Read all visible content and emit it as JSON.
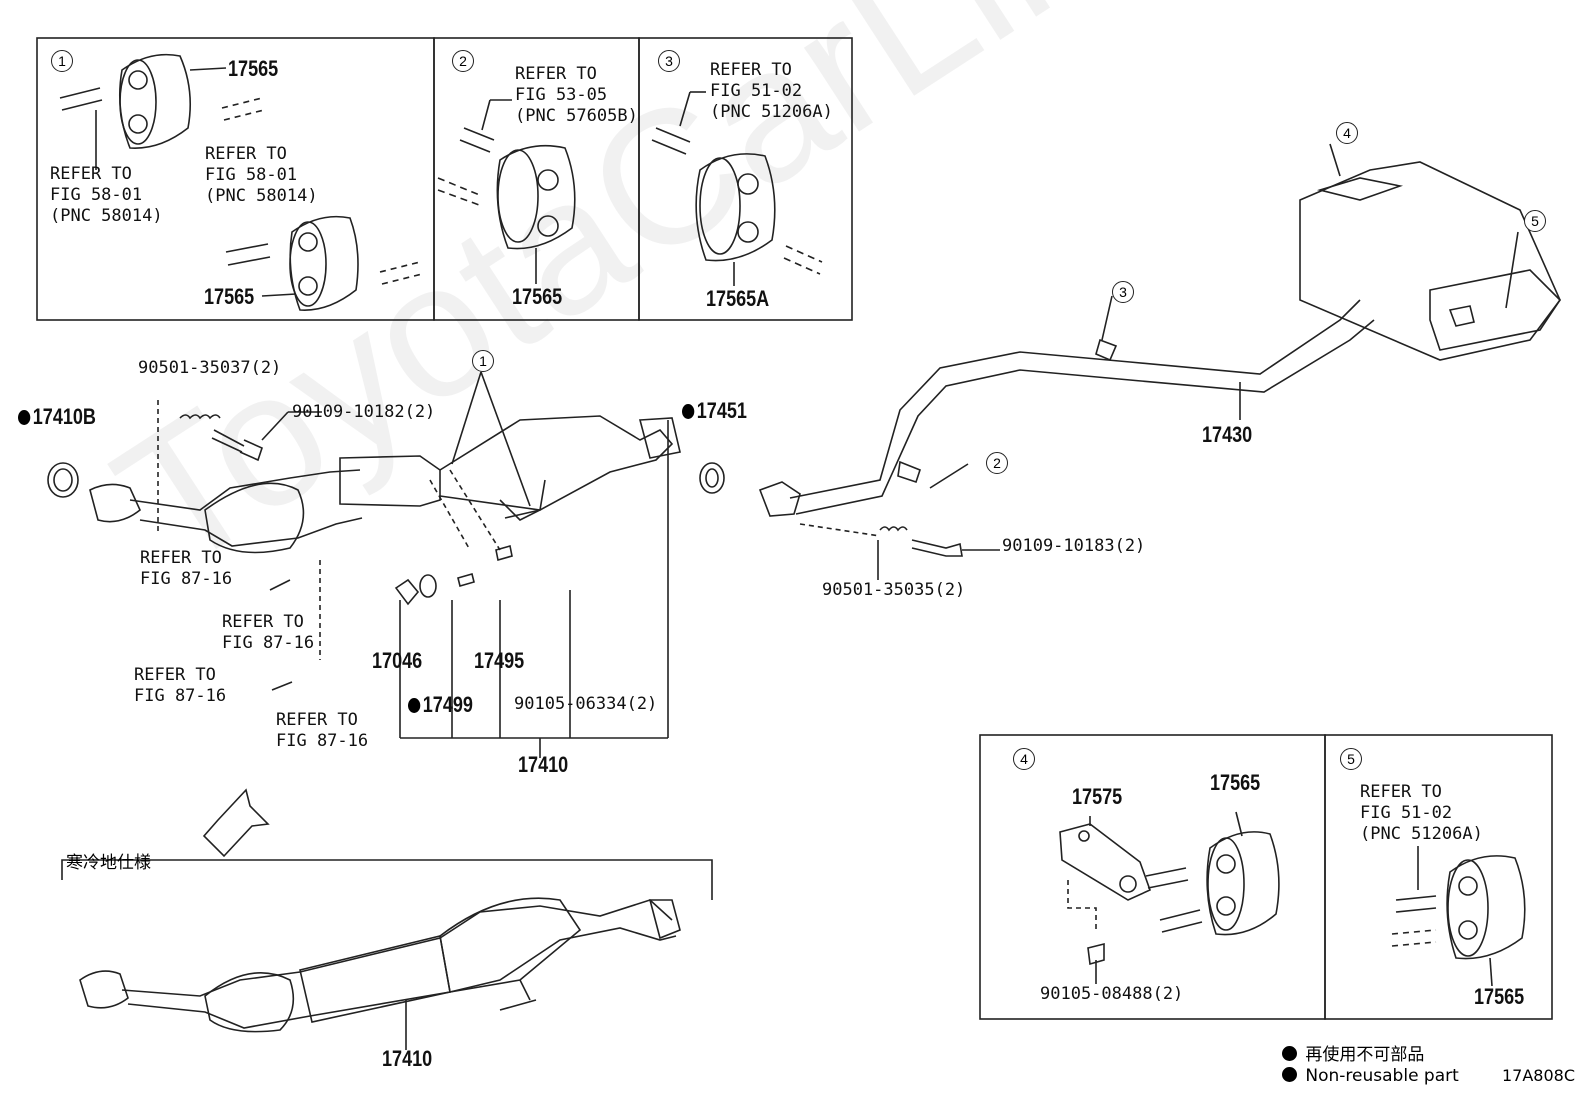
{
  "watermark": "ToyotaCarLine.ru",
  "figure_code": "17A808C",
  "legend": {
    "jp": "再使用不可部品",
    "en": "Non-reusable part"
  },
  "cold_region_label": "寒冷地仕様",
  "callouts": [
    "1",
    "2",
    "3",
    "4",
    "5"
  ],
  "box1": {
    "pn_top": "17565",
    "pn_bottom": "17565",
    "ref_left": "REFER TO\nFIG 58-01\n(PNC 58014)",
    "ref_right": "REFER TO\nFIG 58-01\n(PNC 58014)"
  },
  "box2": {
    "ref": "REFER TO\nFIG 53-05\n(PNC 57605B)",
    "pn": "17565"
  },
  "box3": {
    "ref": "REFER TO\nFIG 51-02\n(PNC 51206A)",
    "pn": "17565A"
  },
  "box4": {
    "pn_bracket": "17575",
    "pn_hanger": "17565",
    "pn_bolt": "90105-08488(2)"
  },
  "box5": {
    "ref": "REFER TO\nFIG 51-02\n(PNC 51206A)",
    "pn": "17565"
  },
  "main": {
    "gasket_front": "17410B",
    "stud_spring": "90501-35037(2)",
    "bolt_front": "90109-10182(2)",
    "gasket_rear": "17451",
    "ref_87_a": "REFER TO\nFIG 87-16",
    "ref_87_b": "REFER TO\nFIG 87-16",
    "ref_87_c": "REFER TO\nFIG 87-16",
    "ref_87_d": "REFER TO\nFIG 87-16",
    "pn_17046": "17046",
    "pn_17495": "17495",
    "pn_17499": "17499",
    "pn_90105": "90105-06334(2)",
    "pn_17410": "17410",
    "pn_17430": "17430",
    "bolt_rear": "90109-10183(2)",
    "spring_rear": "90501-35035(2)",
    "pn_17410_cold": "17410"
  }
}
